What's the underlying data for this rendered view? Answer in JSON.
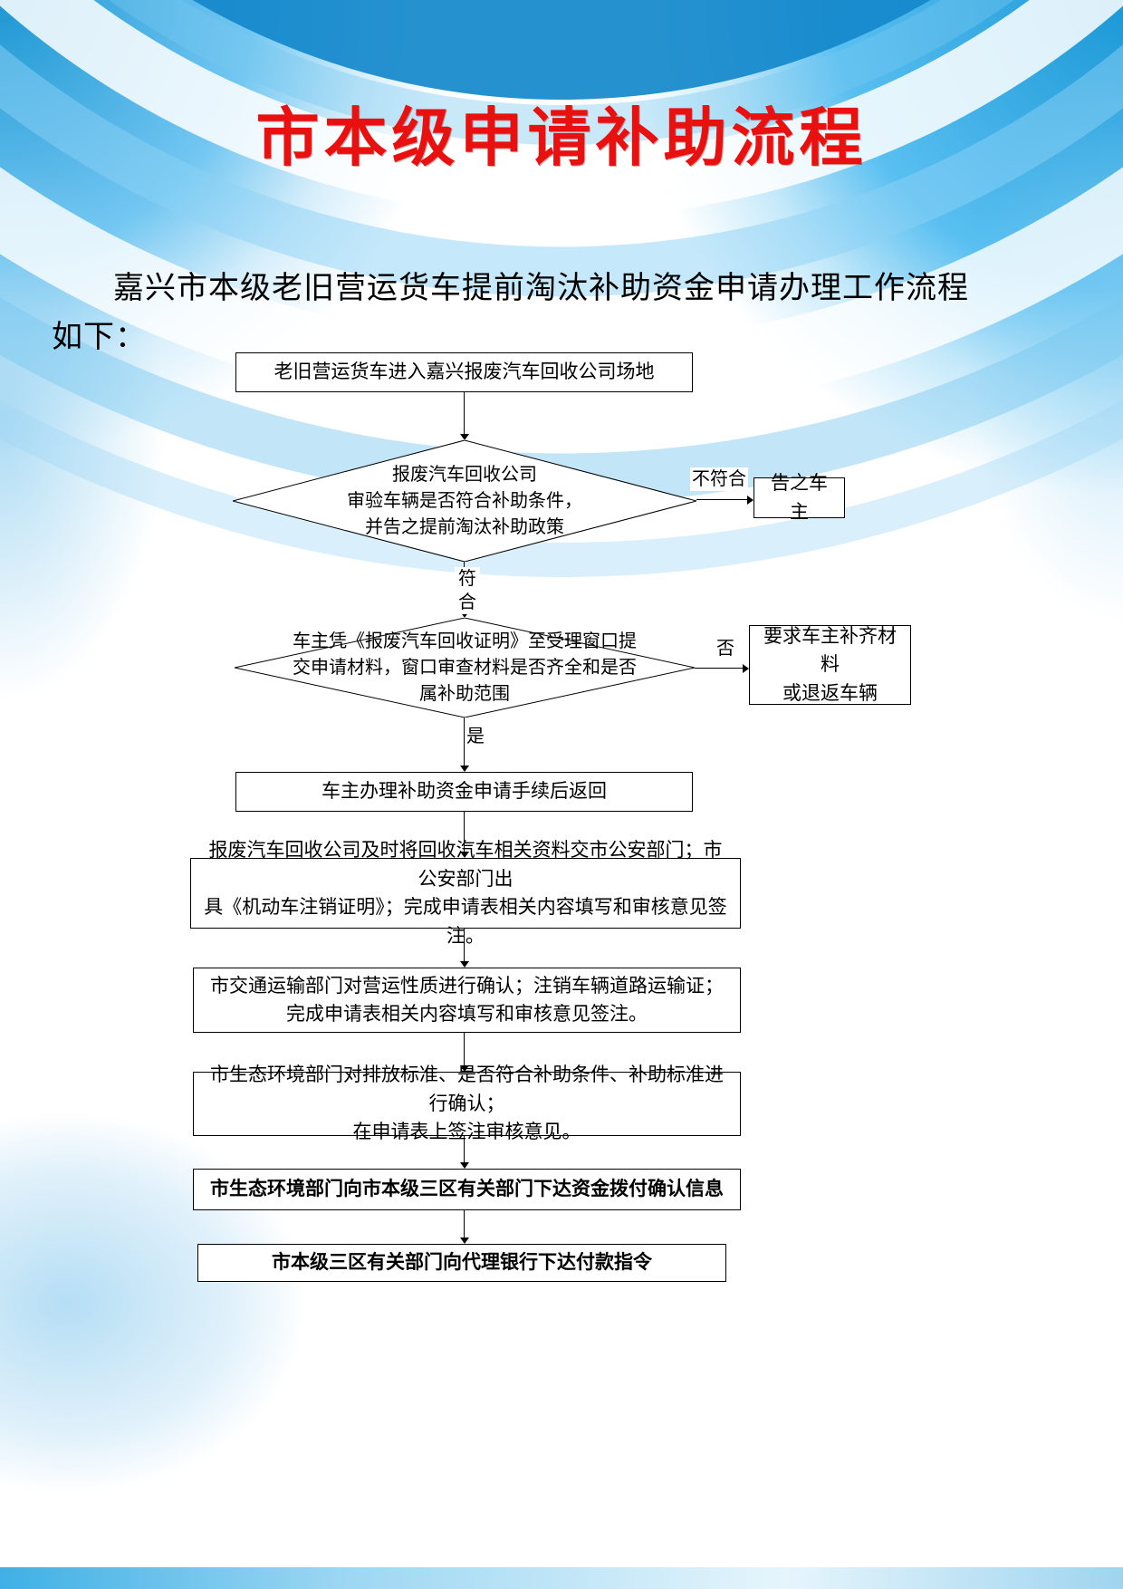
{
  "page": {
    "title": "市本级申请补助流程",
    "intro": "嘉兴市本级老旧营运货车提前淘汰补助资金申请办理工作流程如下："
  },
  "flowchart": {
    "entry": "老旧营运货车进入嘉兴报废汽车回收公司场地",
    "decision_eligibility": {
      "text": "报废汽车回收公司\n审验车辆是否符合补助条件，\n并告之提前淘汰补助政策",
      "no_label": "不符合",
      "no_result": "告之车主",
      "yes_label": "符合"
    },
    "decision_materials": {
      "text": "车主凭《报废汽车回收证明》至受理窗口提\n交申请材料，窗口审查材料是否齐全和是否\n属补助范围",
      "no_label": "否",
      "no_result": "要求车主补齐材料\n或退返车辆",
      "yes_label": "是"
    },
    "owner_return": "车主办理补助资金申请手续后返回",
    "police": "报废汽车回收公司及时将回收汽车相关资料交市公安部门；市公安部门出\n具《机动车注销证明》；完成申请表相关内容填写和审核意见签注。",
    "transport": "市交通运输部门对营运性质进行确认；注销车辆道路运输证；\n完成申请表相关内容填写和审核意见签注。",
    "environment": "市生态环境部门对排放标准、是否符合补助条件、补助标准进行确认；\n在申请表上签注审核意见。",
    "fund_notice": "市生态环境部门向市本级三区有关部门下达资金拨付确认信息",
    "payment_order": "市本级三区有关部门向代理银行下达付款指令"
  },
  "colors": {
    "title_red": "#e8110f",
    "ink": "#000000",
    "swirl_blue": "#2aa3de"
  }
}
